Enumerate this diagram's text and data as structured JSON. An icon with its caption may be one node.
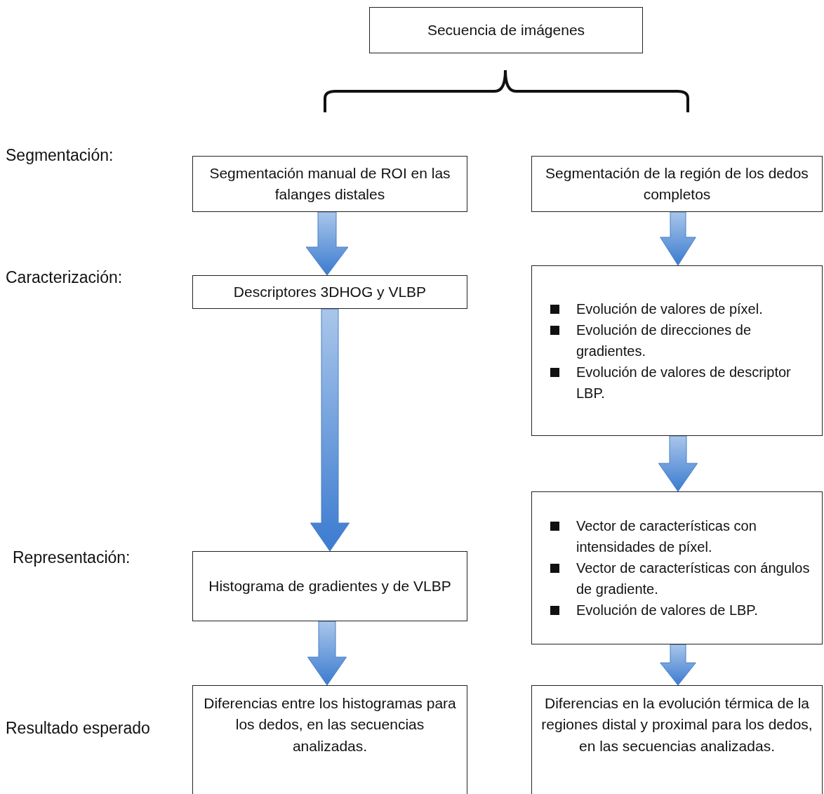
{
  "diagram": {
    "nodes": [
      {
        "text": [
          "Secuencia de imágenes"
        ]
      },
      {
        "text": [
          "Segmentación manual de ROI en las falanges distales"
        ]
      },
      {
        "text": [
          "Segmentación de la región de los dedos completos"
        ]
      },
      {
        "text": [
          "Descriptores 3DHOG y VLBP"
        ]
      },
      {
        "text": [
          "Evolución de valores de píxel.",
          "Evolución de direcciones de gradientes.",
          "Evolución de valores de descriptor LBP."
        ]
      },
      {
        "text": [
          "Histograma de gradientes y de VLBP"
        ]
      },
      {
        "text": [
          "Vector de características con intensidades de píxel.",
          "Vector de características con ángulos de gradiente.",
          "Evolución de valores de LBP."
        ]
      },
      {
        "text": [
          "Diferencias entre los histogramas para los dedos, en las secuencias analizadas."
        ]
      },
      {
        "text": [
          "Diferencias en la evolución térmica de la regiones distal y proximal para los dedos, en las secuencias analizadas."
        ]
      }
    ],
    "edges": [
      {
        "from": 1,
        "to": 3,
        "arrow": "to"
      },
      {
        "from": 2,
        "to": 4,
        "arrow": "to"
      },
      {
        "from": 3,
        "to": 5,
        "arrow": "to"
      },
      {
        "from": 4,
        "to": 6,
        "arrow": "to"
      },
      {
        "from": 5,
        "to": 7,
        "arrow": "to"
      },
      {
        "from": 6,
        "to": 8,
        "arrow": "to"
      }
    ],
    "labels": [
      "Segmentación:",
      "Caracterización:",
      "Representación:",
      "Resultado esperado"
    ]
  }
}
